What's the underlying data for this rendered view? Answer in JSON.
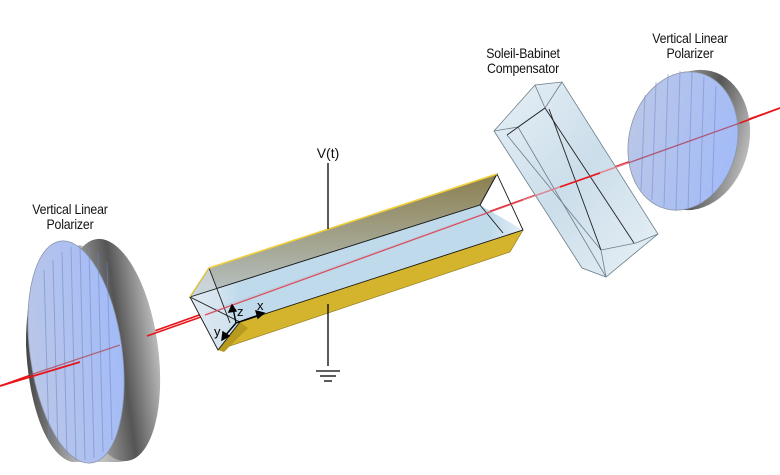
{
  "diagram": {
    "components": {
      "left_polarizer": {
        "line1": "Vertical Linear",
        "line2": "Polarizer"
      },
      "modulator": {
        "voltage_label": "V(t)"
      },
      "compensator": {
        "line1": "Soleil-Babinet",
        "line2": "Compensator"
      },
      "right_polarizer": {
        "line1": "Vertical Linear",
        "line2": "Polarizer"
      }
    },
    "axes": {
      "x": "x",
      "y": "y",
      "z": "z"
    },
    "colors": {
      "beam": "#e8161b",
      "polarizer_face": "#a9bff5",
      "polarizer_rim": "#8c8c8c",
      "crystal": "#bcd6ea",
      "electrode": "#d9b833",
      "compensator": "#cfe0ec"
    },
    "icons": [
      "ground-symbol-icon",
      "coordinate-axes-icon"
    ]
  }
}
